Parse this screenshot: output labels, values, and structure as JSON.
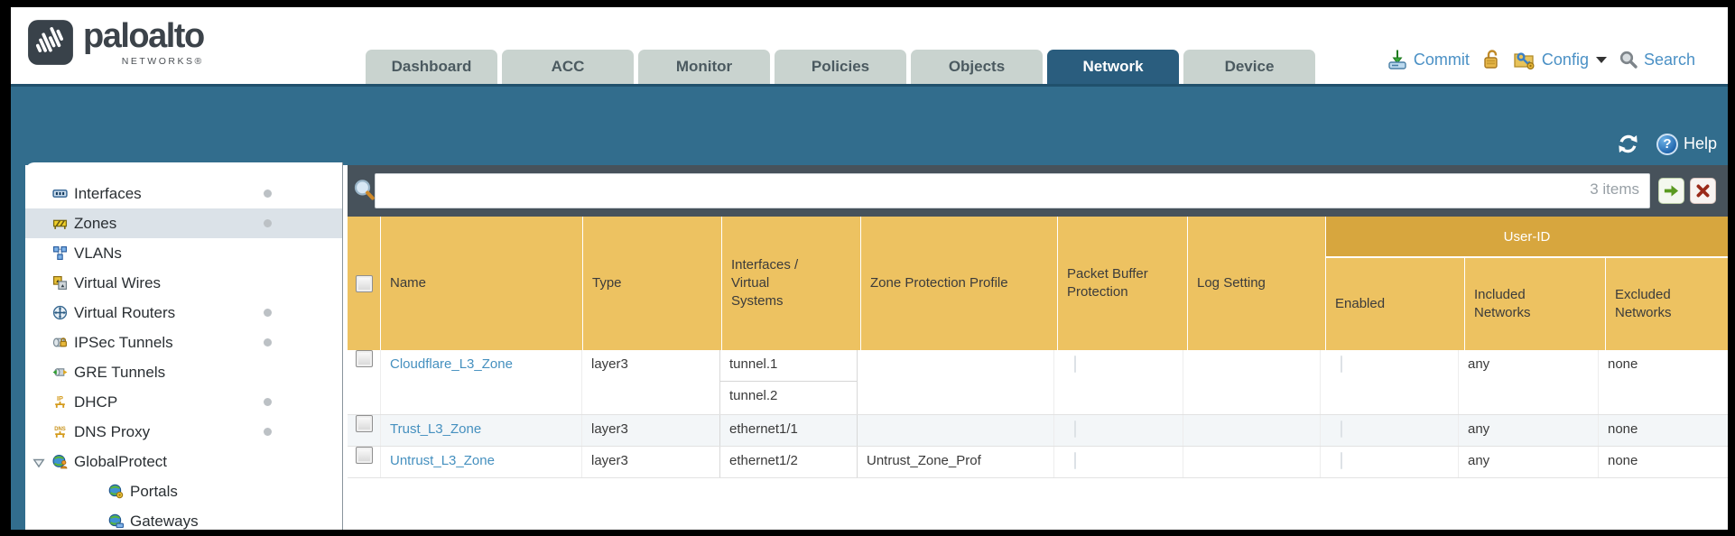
{
  "brand": {
    "wordmark": "paloalto",
    "sub": "NETWORKS®"
  },
  "tabs": {
    "items": [
      "Dashboard",
      "ACC",
      "Monitor",
      "Policies",
      "Objects",
      "Network",
      "Device"
    ],
    "active": "Network"
  },
  "top_actions": {
    "commit": "Commit",
    "config": "Config",
    "search": "Search"
  },
  "band": {
    "help": "Help"
  },
  "filter": {
    "count": "3 items",
    "value": ""
  },
  "sidebar": {
    "items": [
      {
        "label": "Interfaces"
      },
      {
        "label": "Zones"
      },
      {
        "label": "VLANs"
      },
      {
        "label": "Virtual Wires"
      },
      {
        "label": "Virtual Routers"
      },
      {
        "label": "IPSec Tunnels"
      },
      {
        "label": "GRE Tunnels"
      },
      {
        "label": "DHCP"
      },
      {
        "label": "DNS Proxy"
      },
      {
        "label": "GlobalProtect"
      },
      {
        "label": "Portals"
      },
      {
        "label": "Gateways"
      }
    ],
    "selected": "Zones"
  },
  "table": {
    "group_header": "User-ID",
    "columns": [
      "Name",
      "Type",
      "Interfaces / Virtual Systems",
      "Zone Protection Profile",
      "Packet Buffer Protection",
      "Log Setting",
      "Enabled",
      "Included Networks",
      "Excluded Networks"
    ],
    "rows": [
      {
        "name": "Cloudflare_L3_Zone",
        "type": "layer3",
        "interfaces": [
          "tunnel.1",
          "tunnel.2"
        ],
        "zone_protection_profile": "",
        "log_setting": "",
        "included_networks": "any",
        "excluded_networks": "none"
      },
      {
        "name": "Trust_L3_Zone",
        "type": "layer3",
        "interfaces": [
          "ethernet1/1"
        ],
        "zone_protection_profile": "",
        "log_setting": "",
        "included_networks": "any",
        "excluded_networks": "none"
      },
      {
        "name": "Untrust_L3_Zone",
        "type": "layer3",
        "interfaces": [
          "ethernet1/2"
        ],
        "zone_protection_profile": "Untrust_Zone_Prof",
        "log_setting": "",
        "included_networks": "any",
        "excluded_networks": "none"
      }
    ]
  },
  "colors": {
    "teal_band": "#326d8d",
    "active_tab": "#2a5d7e",
    "header_amber": "#edc261",
    "user_id_band": "#d7a63e",
    "link_blue": "#4590bf",
    "action_blue": "#4a90c5",
    "dark_bar": "#47525b"
  }
}
